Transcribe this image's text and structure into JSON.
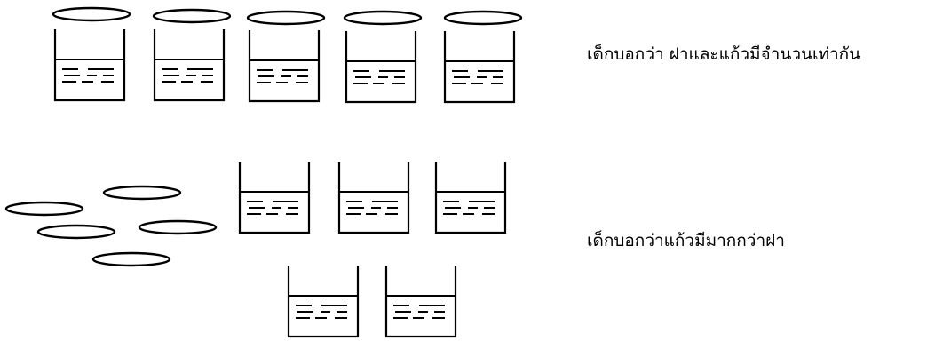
{
  "captions": {
    "equal": "เด็กบอกว่า ฝาและแก้วมีจำนวนเท่ากัน",
    "more_cups": "เด็กบอกว่าแก้วมีมากกว่าฝา"
  },
  "counts": {
    "row1_lids": 5,
    "row1_cups": 5,
    "row2_lids": 5,
    "row2_cups": 5
  },
  "colors": {
    "stroke": "#000000",
    "background": "#ffffff"
  }
}
